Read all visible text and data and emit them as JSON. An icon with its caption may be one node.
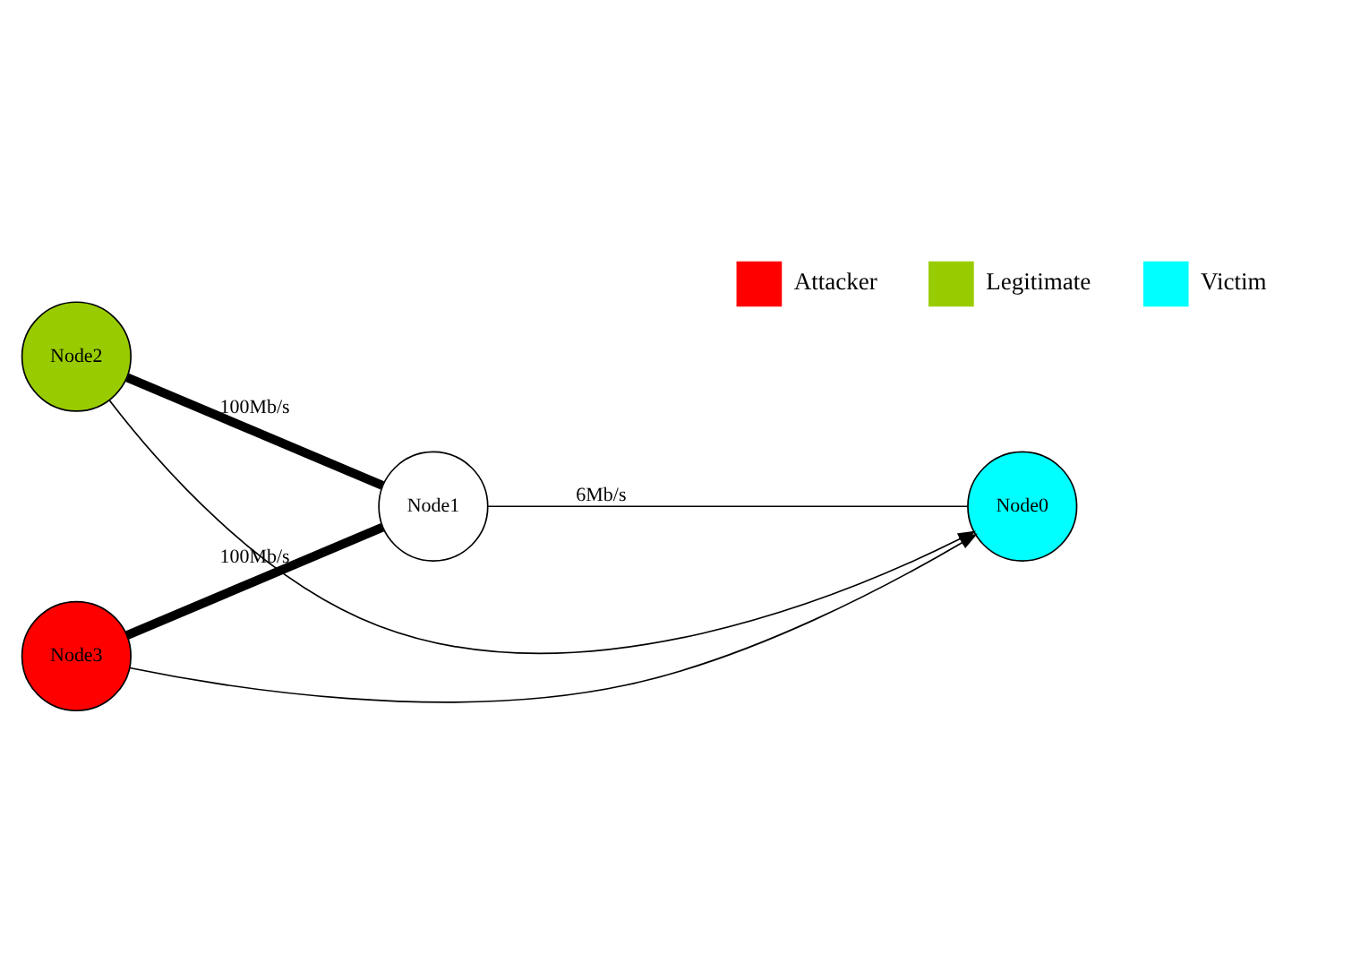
{
  "diagram": {
    "nodes": [
      {
        "text": [
          "Node2"
        ]
      },
      {
        "text": [
          "Node3"
        ]
      },
      {
        "text": [
          "Node1"
        ]
      },
      {
        "text": [
          "Node0"
        ]
      }
    ],
    "edges": [
      {
        "from": 0,
        "to": 2,
        "arrow": "none",
        "style": "thick",
        "label": "100Mb/s"
      },
      {
        "from": 1,
        "to": 2,
        "arrow": "none",
        "style": "thick",
        "label": "100Mb/s"
      },
      {
        "from": 2,
        "to": 3,
        "arrow": "none",
        "label": "6Mb/s"
      },
      {
        "from": 0,
        "to": 3,
        "arrow": "to"
      },
      {
        "from": 1,
        "to": 3,
        "arrow": "to"
      }
    ],
    "legend": [
      {
        "text": "Attacker",
        "color": "#ff0000"
      },
      {
        "text": "Legitimate",
        "color": "#99cc00"
      },
      {
        "text": "Victim",
        "color": "#00ffff"
      }
    ]
  }
}
